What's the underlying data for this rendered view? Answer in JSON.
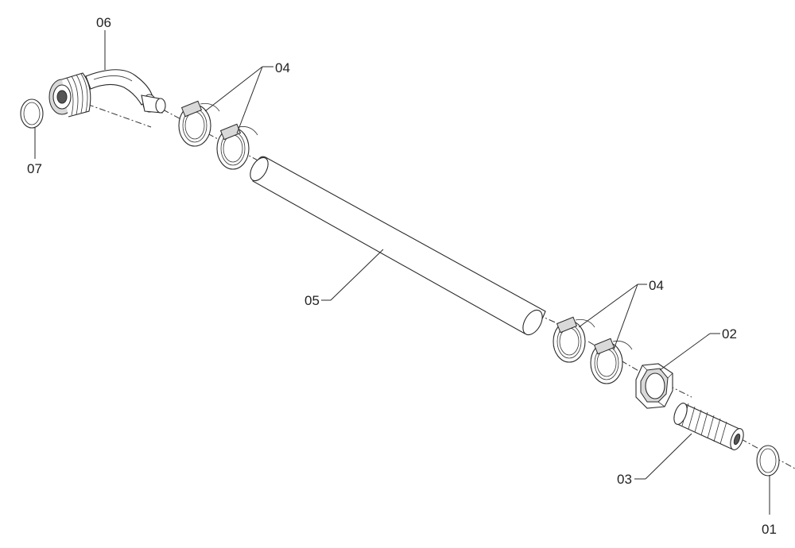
{
  "callouts": {
    "p01": "01",
    "p02": "02",
    "p03": "03",
    "p04_top": "04",
    "p04_bottom": "04",
    "p05": "05",
    "p06": "06",
    "p07": "07"
  }
}
